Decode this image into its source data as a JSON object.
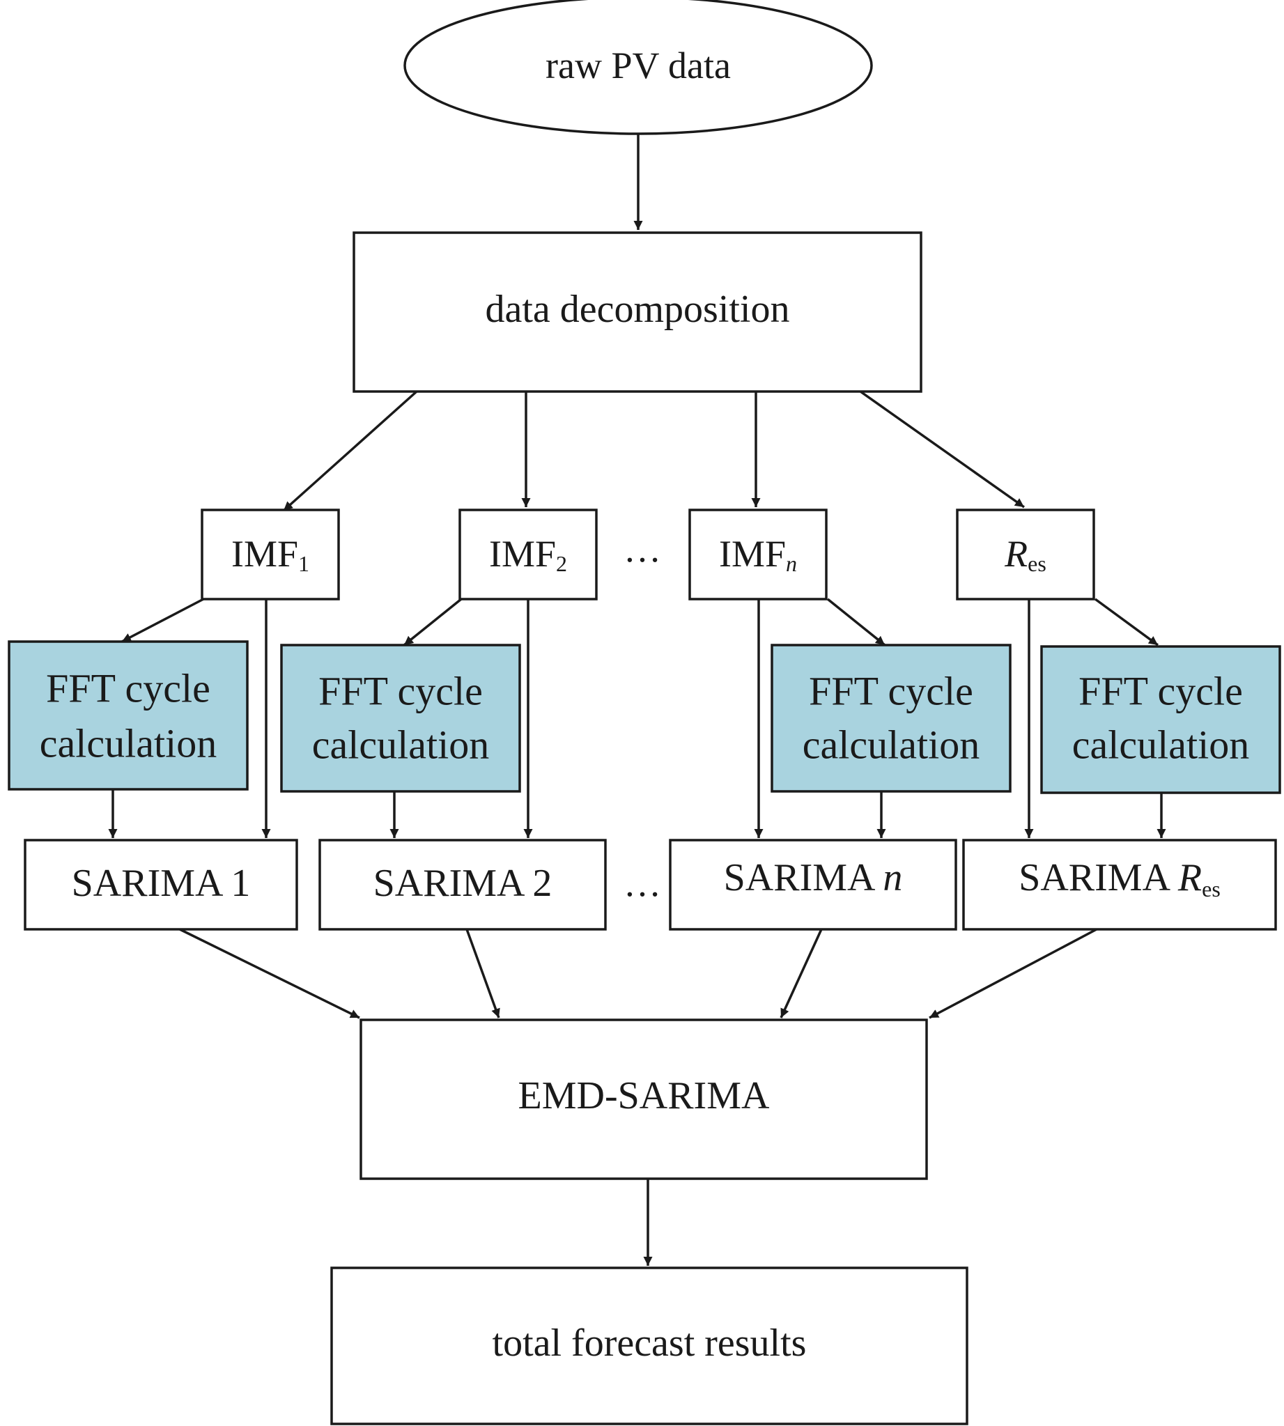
{
  "colors": {
    "line": "#1a1a1a",
    "fft_fill": "#a9d3df",
    "box_fill": "#ffffff"
  },
  "nodes": {
    "raw": {
      "label": "raw PV data"
    },
    "decomp": {
      "label": "data decomposition"
    },
    "imf1": {
      "base": "IMF",
      "sub": "1"
    },
    "imf2": {
      "base": "IMF",
      "sub": "2"
    },
    "imfn": {
      "base": "IMF",
      "sub": "n"
    },
    "res": {
      "base": "R",
      "sub": "es"
    },
    "fft": {
      "line1": "FFT cycle",
      "line2": "calculation"
    },
    "sar1": {
      "label": "SARIMA 1"
    },
    "sar2": {
      "label": "SARIMA 2"
    },
    "sarn": {
      "base": "SARIMA ",
      "ital": "n"
    },
    "sarres": {
      "base": "SARIMA ",
      "ital": "R",
      "sub": "es"
    },
    "emd": {
      "label": "EMD-SARIMA"
    },
    "total": {
      "label": "total forecast results"
    },
    "ellipsis": "…"
  }
}
